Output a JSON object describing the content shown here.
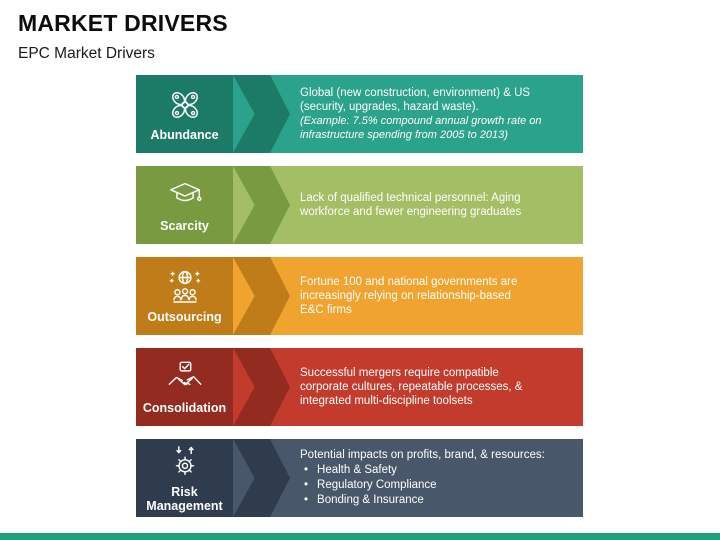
{
  "slide": {
    "title": "MARKET DRIVERS",
    "subtitle": "EPC Market Drivers"
  },
  "footer": {
    "bar_color": "#21a07e"
  },
  "rows": [
    {
      "label": "Abundance",
      "icon": "abundance-icon",
      "colors": {
        "dark": "#1c7b66",
        "light": "#2ba28b"
      },
      "text": "Global (new construction, environment) & US\n(security, upgrades, hazard waste).",
      "example": " (Example: 7.5% compound annual growth rate on\ninfrastructure spending from 2005 to 2013)"
    },
    {
      "label": "Scarcity",
      "icon": "graduation-cap-icon",
      "colors": {
        "dark": "#7a9a41",
        "light": "#a3be64"
      },
      "text": "Lack of qualified technical personnel: Aging\nworkforce and fewer engineering graduates"
    },
    {
      "label": "Outsourcing",
      "icon": "globe-people-icon",
      "colors": {
        "dark": "#c07c18",
        "light": "#f0a32e"
      },
      "text": "Fortune 100 and national governments are\nincreasingly relying on relationship-based\nE&C firms"
    },
    {
      "label": "Consolidation",
      "icon": "handshake-check-icon",
      "colors": {
        "dark": "#942b21",
        "light": "#c23b2c"
      },
      "text": "Successful mergers require compatible\ncorporate cultures, repeatable processes, &\nintegrated multi-discipline toolsets"
    },
    {
      "label": "Risk Management",
      "icon": "gear-arrows-icon",
      "colors": {
        "dark": "#2e3c4e",
        "light": "#485769"
      },
      "text": "Potential impacts on profits, brand, & resources:",
      "bullets": [
        "Health & Safety",
        "Regulatory Compliance",
        "Bonding & Insurance"
      ]
    }
  ]
}
